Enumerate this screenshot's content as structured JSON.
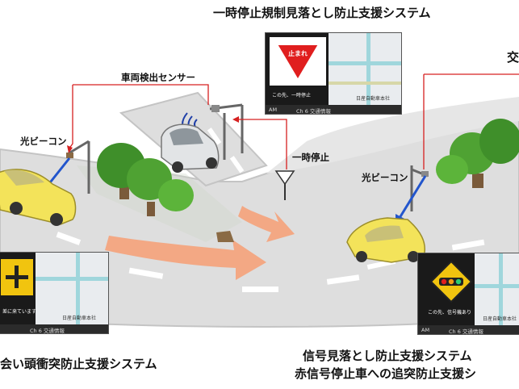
{
  "titles": {
    "top": "一時停止規制見落とし防止支援システム",
    "bottom_left": "会い頭衝突防止支援システム",
    "bottom_right_1": "信号見落とし防止支援システム",
    "bottom_right_2": "赤信号停止車への追突防止支援シ",
    "top_right_partial": "交"
  },
  "labels": {
    "vehicle_sensor": "車両検出センサー",
    "beacon_left": "光ビーコン",
    "beacon_right": "光ビーコン",
    "stop": "一時停止"
  },
  "nav_top": {
    "sign_text": "止まれ",
    "info": "この先、一時停止",
    "place": "日産自動車本社",
    "bar_am": "AM",
    "bar_ch": "Ch 6  交通情報"
  },
  "nav_left": {
    "info": "差に来ています",
    "place": "日産自動車本社",
    "bar_ch": "Ch 6  交通情報"
  },
  "nav_right": {
    "info": "この先、信号機あり",
    "place": "日産自動車本社",
    "bar_am": "AM",
    "bar_ch": "Ch 6  交通情報"
  },
  "colors": {
    "road": "#dedede",
    "road_edge": "#bdbdbd",
    "arrow": "#f5a27a",
    "pointer_line": "#d62020",
    "beam": "#2255cc",
    "car_yellow": "#f3e35a",
    "car_silver": "#e2e4e6",
    "tree": "#3f8f2a"
  }
}
